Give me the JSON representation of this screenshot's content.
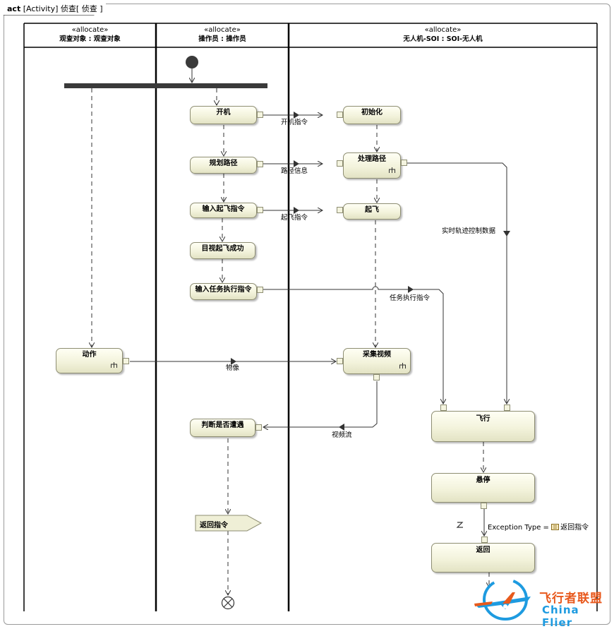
{
  "frame": {
    "keyword": "act",
    "title": "[Activity] 侦查[ 侦查 ]"
  },
  "lanes": [
    {
      "stereotype": "«allocate»",
      "name": "观查对象 : 观查对象"
    },
    {
      "stereotype": "«allocate»",
      "name": "操作员 : 操作员"
    },
    {
      "stereotype": "«allocate»",
      "name": "无人机-SOI : SOI-无人机"
    }
  ],
  "actions": {
    "power_on": "开机",
    "plan_path": "规划路径",
    "input_takeoff": "输入起飞指令",
    "visual_takeoff": "目视起飞成功",
    "input_task": "输入任务执行指令",
    "act_move": "动作",
    "judge": "判断是否遭遇",
    "init": "初始化",
    "process_path": "处理路径",
    "takeoff": "起飞",
    "capture": "采集视频",
    "fly": "飞行",
    "hover": "悬停",
    "return": "返回"
  },
  "send_signal": "返回指令",
  "edges": {
    "power_cmd": "开机指令",
    "path_info": "路径信息",
    "takeoff_cmd": "起飞指令",
    "track_data": "实时轨迹控制数据",
    "task_cmd": "任务执行指令",
    "object": "物像",
    "video": "视频流"
  },
  "exception": {
    "symbol": "Z",
    "text": "Exception Type = ",
    "type": "返回指令"
  },
  "watermark": {
    "cn": "飞行者联盟",
    "en": "China Flier"
  }
}
